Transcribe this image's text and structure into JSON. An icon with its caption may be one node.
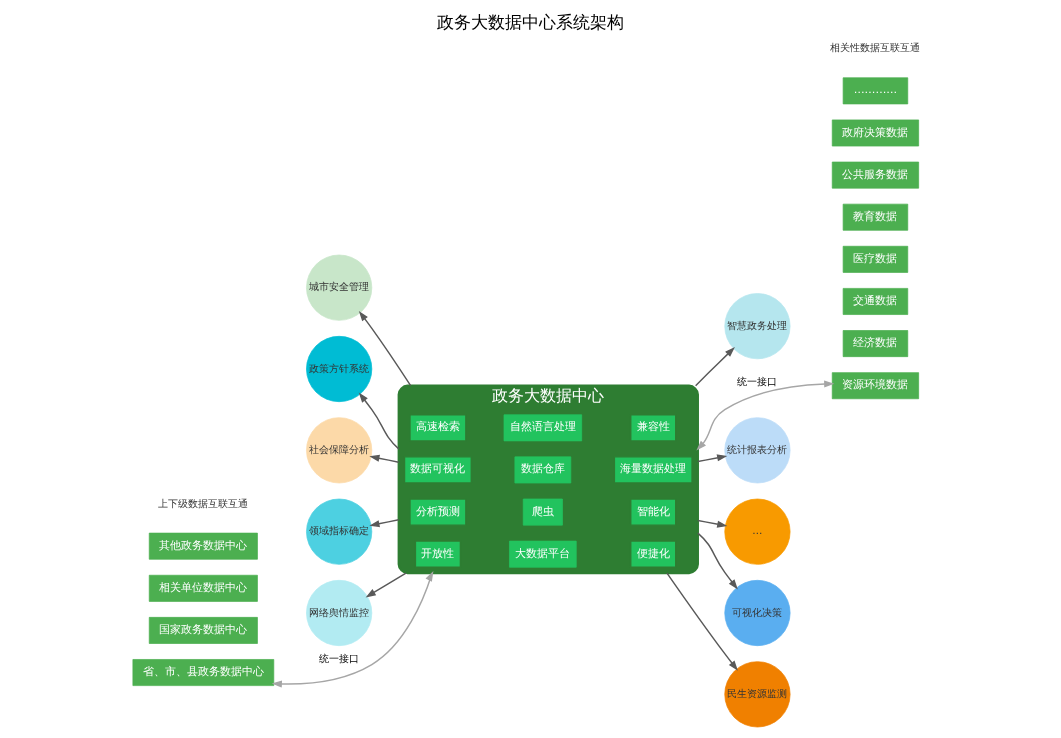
{
  "diagram": {
    "title": "政务大数据中心系统架构",
    "nodes": [
      {
        "text": [
          "政务大数据中心"
        ]
      },
      {
        "text": [
          "开放性"
        ],
        "in": 0
      },
      {
        "text": [
          "分析预测"
        ],
        "in": 0
      },
      {
        "text": [
          "数据可视化"
        ],
        "in": 0
      },
      {
        "text": [
          "高速检索"
        ],
        "in": 0
      },
      {
        "text": [
          "便捷化"
        ],
        "in": 0
      },
      {
        "text": [
          "智能化"
        ],
        "in": 0
      },
      {
        "text": [
          "海量数据处理"
        ],
        "in": 0
      },
      {
        "text": [
          "兼容性"
        ],
        "in": 0
      },
      {
        "text": [
          "大数据平台"
        ],
        "in": 0
      },
      {
        "text": [
          "爬虫"
        ],
        "in": 0
      },
      {
        "text": [
          "数据仓库"
        ],
        "in": 0
      },
      {
        "text": [
          "自然语言处理"
        ],
        "in": 0
      },
      {
        "text": [
          "可视化决策"
        ]
      },
      {
        "text": [
          "统计报表分析"
        ]
      },
      {
        "text": [
          "智慧政务处理"
        ]
      },
      {
        "text": [
          "民生资源监测"
        ]
      },
      {
        "text": [
          "…"
        ]
      },
      {
        "text": [
          "社会保障分析"
        ]
      },
      {
        "text": [
          "城市安全管理"
        ]
      },
      {
        "text": [
          "网络舆情监控"
        ]
      },
      {
        "text": [
          "领域指标确定"
        ]
      },
      {
        "text": [
          "政策方针系统"
        ]
      },
      {
        "text": [
          "国家政务数据中心"
        ]
      },
      {
        "text": [
          "省、市、县政务数据中心"
        ]
      },
      {
        "text": [
          "相关单位数据中心"
        ]
      },
      {
        "text": [
          "其他政务数据中心"
        ]
      },
      {
        "text": [
          "经济数据"
        ]
      },
      {
        "text": [
          "交通数据"
        ]
      },
      {
        "text": [
          "医疗数据"
        ]
      },
      {
        "text": [
          "资源环境数据"
        ]
      },
      {
        "text": [
          "教育数据"
        ]
      },
      {
        "text": [
          "公共服务数据"
        ]
      },
      {
        "text": [
          "政府决策数据"
        ]
      },
      {
        "text": [
          "…………"
        ]
      }
    ],
    "edges": [
      {
        "from": 0,
        "to": 13,
        "arrow": "to"
      },
      {
        "from": 0,
        "to": 14,
        "arrow": "to"
      },
      {
        "from": 0,
        "to": 15,
        "arrow": "to"
      },
      {
        "from": 0,
        "to": 16,
        "arrow": "to"
      },
      {
        "from": 0,
        "to": 17,
        "arrow": "to"
      },
      {
        "from": 0,
        "to": 18,
        "arrow": "to"
      },
      {
        "from": 0,
        "to": 19,
        "arrow": "to"
      },
      {
        "from": 0,
        "to": 20,
        "arrow": "to"
      },
      {
        "from": 0,
        "to": 21,
        "arrow": "to"
      },
      {
        "from": 0,
        "to": 22,
        "arrow": "to"
      },
      {
        "from": 24,
        "to": 0,
        "arrow": "both",
        "label": "统一接口",
        "color": "#a6a6a6"
      },
      {
        "from": 0,
        "to": 30,
        "arrow": "both",
        "label": "统一接口",
        "color": "#a6a6a6"
      }
    ],
    "labels": [
      "上下级数据互联互通",
      "相关性数据互联互通"
    ]
  }
}
